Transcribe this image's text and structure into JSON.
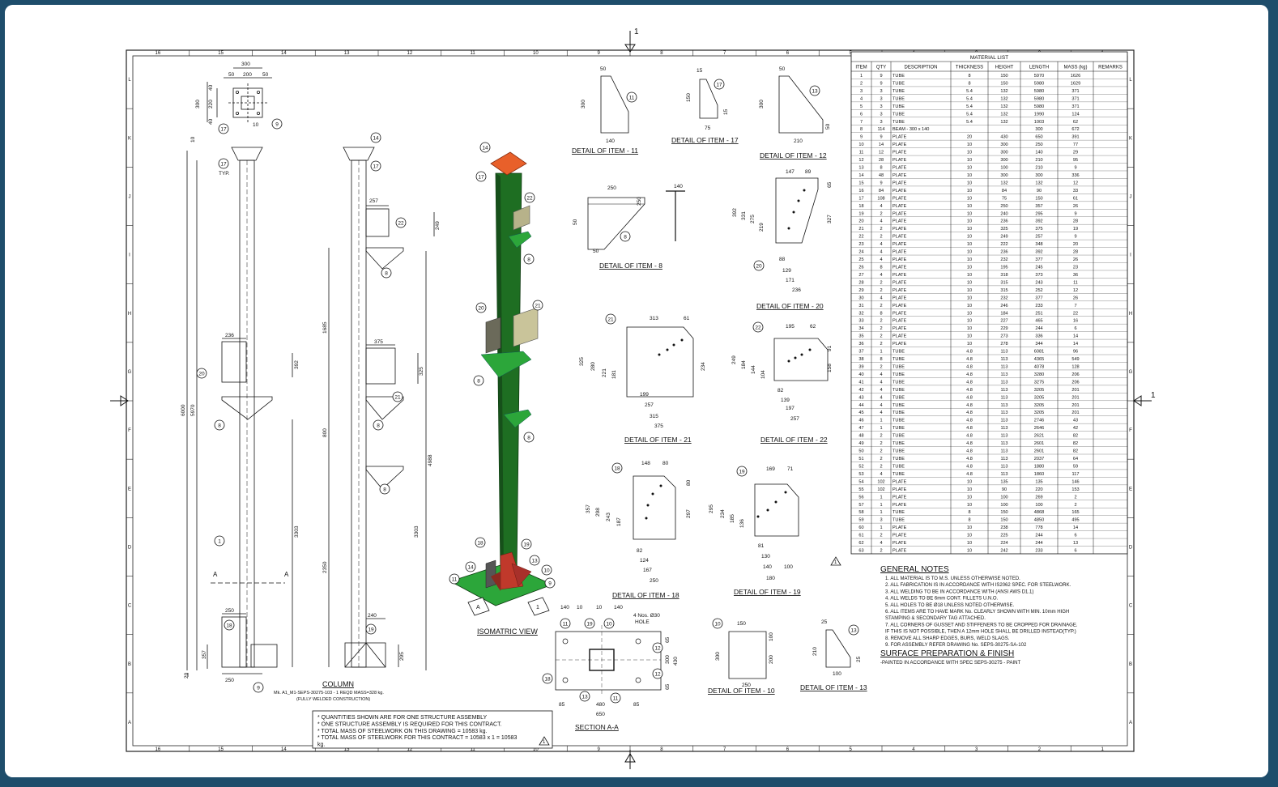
{
  "frame": {
    "border_color": "#1e4d6b",
    "sheet_color": "#ffffff",
    "ink": "#1a1a1a"
  },
  "grid": {
    "cols": [
      "16",
      "15",
      "14",
      "13",
      "12",
      "11",
      "10",
      "9",
      "8",
      "7",
      "6",
      "5",
      "4",
      "3",
      "2",
      "1"
    ],
    "rows": [
      "L",
      "K",
      "J",
      "I",
      "H",
      "G",
      "F",
      "E",
      "D",
      "C",
      "B",
      "A"
    ]
  },
  "section_marker": {
    "label": "1"
  },
  "column": {
    "title": "COLUMN",
    "subtitle": "Mk. A1_M1-SEPS-30275-103 - 1 REQD MASS=328 kg.",
    "note": "(FULLY WELDED CONSTRUCTION)",
    "top_dims": [
      "300",
      "50",
      "200",
      "50",
      "300",
      "220",
      "40",
      "40",
      "10"
    ],
    "dims": [
      "6000",
      "5970",
      "10",
      "20",
      "236",
      "392",
      "250",
      "357",
      "250",
      "1685",
      "800",
      "2350",
      "3303",
      "4988",
      "3303",
      "257",
      "249",
      "375",
      "325",
      "240",
      "295"
    ],
    "section_label": "A",
    "typ": "TYP."
  },
  "callouts": [
    "1",
    "8",
    "9",
    "10",
    "11",
    "12",
    "13",
    "14",
    "17",
    "18",
    "19",
    "20",
    "21",
    "22"
  ],
  "iso": {
    "title": "ISOMATRIC VIEW",
    "tags": [
      "A",
      "1"
    ],
    "colors": {
      "column": "#1e6e22",
      "plate": "#e8602a",
      "stiffener": "#2ca63a",
      "bracket": "#b7b28a",
      "base": "#c0392b"
    }
  },
  "details": [
    {
      "title": "DETAIL OF ITEM - 11",
      "dims": [
        "50",
        "300",
        "140"
      ]
    },
    {
      "title": "DETAIL OF ITEM - 17",
      "dims": [
        "15",
        "150",
        "15",
        "75"
      ]
    },
    {
      "title": "DETAIL OF ITEM - 12",
      "dims": [
        "50",
        "300",
        "210",
        "50"
      ]
    },
    {
      "title": "DETAIL OF ITEM - 8",
      "dims": [
        "250",
        "50",
        "250",
        "50",
        "140"
      ]
    },
    {
      "title": "DETAIL OF ITEM - 20",
      "dims": [
        "147",
        "89",
        "65",
        "392",
        "331",
        "275",
        "219",
        "327",
        "88",
        "129",
        "171",
        "236"
      ]
    },
    {
      "title": "DETAIL OF ITEM - 21",
      "dims": [
        "313",
        "61",
        "325",
        "280",
        "221",
        "181",
        "234",
        "199",
        "257",
        "315",
        "375"
      ]
    },
    {
      "title": "DETAIL OF ITEM - 22",
      "dims": [
        "195",
        "62",
        "91",
        "249",
        "184",
        "144",
        "104",
        "158",
        "82",
        "139",
        "197",
        "257"
      ]
    },
    {
      "title": "DETAIL OF ITEM - 18",
      "dims": [
        "148",
        "80",
        "357",
        "298",
        "243",
        "187",
        "80",
        "297",
        "82",
        "124",
        "167",
        "250"
      ]
    },
    {
      "title": "DETAIL OF ITEM - 19",
      "dims": [
        "169",
        "71",
        "295",
        "234",
        "185",
        "136",
        "81",
        "130",
        "140",
        "100",
        "180"
      ]
    },
    {
      "title": "DETAIL OF ITEM - 10",
      "dims": [
        "150",
        "300",
        "100",
        "200",
        "250"
      ]
    },
    {
      "title": "DETAIL OF ITEM - 13",
      "dims": [
        "25",
        "210",
        "25",
        "100"
      ]
    }
  ],
  "section_aa": {
    "title": "SECTION A-A",
    "top_dims": [
      "140",
      "10",
      "10",
      "140"
    ],
    "hole_note_1": "4 Nos. Ø30",
    "hole_note_2": "HOLE",
    "side_dims": [
      "65",
      "300",
      "430",
      "65"
    ],
    "bottom_dims": [
      "85",
      "480",
      "85",
      "650"
    ]
  },
  "material_list": {
    "title": "MATERIAL LIST",
    "headers": [
      "ITEM",
      "QTY",
      "DESCRIPTION",
      "THICKNESS",
      "HEIGHT",
      "LENGTH",
      "MASS (kg)",
      "REMARKS"
    ],
    "rows": [
      [
        "1",
        "9",
        "TUBE",
        "8",
        "150",
        "5970",
        "1626"
      ],
      [
        "2",
        "9",
        "TUBE",
        "8",
        "150",
        "5980",
        "1629"
      ],
      [
        "3",
        "3",
        "TUBE",
        "5.4",
        "132",
        "5980",
        "371"
      ],
      [
        "4",
        "3",
        "TUBE",
        "5.4",
        "132",
        "5980",
        "371"
      ],
      [
        "5",
        "3",
        "TUBE",
        "5.4",
        "132",
        "5980",
        "371"
      ],
      [
        "6",
        "3",
        "TUBE",
        "5.4",
        "132",
        "1990",
        "124"
      ],
      [
        "7",
        "3",
        "TUBE",
        "5.4",
        "132",
        "1003",
        "62"
      ],
      [
        "8",
        "114",
        "BEAM - 300 x 140",
        "",
        "",
        "300",
        "672"
      ],
      [
        "9",
        "9",
        "PLATE",
        "20",
        "430",
        "650",
        "391"
      ],
      [
        "10",
        "14",
        "PLATE",
        "10",
        "300",
        "250",
        "77"
      ],
      [
        "11",
        "12",
        "PLATE",
        "10",
        "300",
        "140",
        "29"
      ],
      [
        "12",
        "28",
        "PLATE",
        "10",
        "300",
        "210",
        "95"
      ],
      [
        "13",
        "8",
        "PLATE",
        "10",
        "100",
        "210",
        "9"
      ],
      [
        "14",
        "48",
        "PLATE",
        "10",
        "300",
        "300",
        "336"
      ],
      [
        "15",
        "9",
        "PLATE",
        "10",
        "132",
        "132",
        "12"
      ],
      [
        "16",
        "84",
        "PLATE",
        "10",
        "84",
        "90",
        "33"
      ],
      [
        "17",
        "108",
        "PLATE",
        "10",
        "75",
        "150",
        "61"
      ],
      [
        "18",
        "4",
        "PLATE",
        "10",
        "250",
        "357",
        "26"
      ],
      [
        "19",
        "2",
        "PLATE",
        "10",
        "240",
        "295",
        "9"
      ],
      [
        "20",
        "4",
        "PLATE",
        "10",
        "236",
        "392",
        "28"
      ],
      [
        "21",
        "2",
        "PLATE",
        "10",
        "325",
        "375",
        "19"
      ],
      [
        "22",
        "2",
        "PLATE",
        "10",
        "249",
        "257",
        "9"
      ],
      [
        "23",
        "4",
        "PLATE",
        "10",
        "222",
        "348",
        "20"
      ],
      [
        "24",
        "4",
        "PLATE",
        "10",
        "236",
        "392",
        "28"
      ],
      [
        "25",
        "4",
        "PLATE",
        "10",
        "232",
        "377",
        "26"
      ],
      [
        "26",
        "8",
        "PLATE",
        "10",
        "195",
        "245",
        "23"
      ],
      [
        "27",
        "4",
        "PLATE",
        "10",
        "318",
        "373",
        "36"
      ],
      [
        "28",
        "2",
        "PLATE",
        "10",
        "315",
        "243",
        "11"
      ],
      [
        "29",
        "2",
        "PLATE",
        "10",
        "315",
        "252",
        "12"
      ],
      [
        "30",
        "4",
        "PLATE",
        "10",
        "232",
        "377",
        "26"
      ],
      [
        "31",
        "2",
        "PLATE",
        "10",
        "246",
        "233",
        "7"
      ],
      [
        "32",
        "8",
        "PLATE",
        "10",
        "184",
        "251",
        "22"
      ],
      [
        "33",
        "2",
        "PLATE",
        "10",
        "227",
        "465",
        "16"
      ],
      [
        "34",
        "2",
        "PLATE",
        "10",
        "229",
        "244",
        "6"
      ],
      [
        "35",
        "2",
        "PLATE",
        "10",
        "273",
        "336",
        "14"
      ],
      [
        "36",
        "2",
        "PLATE",
        "10",
        "278",
        "344",
        "14"
      ],
      [
        "37",
        "1",
        "TUBE",
        "4.8",
        "113",
        "6081",
        "96"
      ],
      [
        "38",
        "8",
        "TUBE",
        "4.8",
        "113",
        "4365",
        "549"
      ],
      [
        "39",
        "2",
        "TUBE",
        "4.8",
        "113",
        "4078",
        "128"
      ],
      [
        "40",
        "4",
        "TUBE",
        "4.8",
        "113",
        "3280",
        "206"
      ],
      [
        "41",
        "4",
        "TUBE",
        "4.8",
        "113",
        "3275",
        "206"
      ],
      [
        "42",
        "4",
        "TUBE",
        "4.8",
        "113",
        "3205",
        "201"
      ],
      [
        "43",
        "4",
        "TUBE",
        "4.8",
        "113",
        "3205",
        "201"
      ],
      [
        "44",
        "4",
        "TUBE",
        "4.8",
        "113",
        "3205",
        "201"
      ],
      [
        "45",
        "4",
        "TUBE",
        "4.8",
        "113",
        "3205",
        "201"
      ],
      [
        "46",
        "1",
        "TUBE",
        "4.8",
        "113",
        "2746",
        "43"
      ],
      [
        "47",
        "1",
        "TUBE",
        "4.8",
        "113",
        "2646",
        "42"
      ],
      [
        "48",
        "2",
        "TUBE",
        "4.8",
        "113",
        "2621",
        "82"
      ],
      [
        "49",
        "2",
        "TUBE",
        "4.8",
        "113",
        "2601",
        "82"
      ],
      [
        "50",
        "2",
        "TUBE",
        "4.8",
        "113",
        "2601",
        "82"
      ],
      [
        "51",
        "2",
        "TUBE",
        "4.8",
        "113",
        "2037",
        "64"
      ],
      [
        "52",
        "2",
        "TUBE",
        "4.8",
        "113",
        "1880",
        "59"
      ],
      [
        "53",
        "4",
        "TUBE",
        "4.8",
        "113",
        "1860",
        "117"
      ],
      [
        "54",
        "102",
        "PLATE",
        "10",
        "135",
        "135",
        "146"
      ],
      [
        "55",
        "102",
        "PLATE",
        "10",
        "90",
        "220",
        "153"
      ],
      [
        "56",
        "1",
        "PLATE",
        "10",
        "100",
        "269",
        "2"
      ],
      [
        "57",
        "1",
        "PLATE",
        "10",
        "100",
        "100",
        "2"
      ],
      [
        "58",
        "1",
        "TUBE",
        "8",
        "150",
        "4868",
        "165"
      ],
      [
        "59",
        "3",
        "TUBE",
        "8",
        "150",
        "4850",
        "495"
      ],
      [
        "60",
        "1",
        "PLATE",
        "10",
        "238",
        "778",
        "14"
      ],
      [
        "61",
        "2",
        "PLATE",
        "10",
        "225",
        "244",
        "6"
      ],
      [
        "62",
        "4",
        "PLATE",
        "10",
        "224",
        "244",
        "13"
      ],
      [
        "63",
        "2",
        "PLATE",
        "10",
        "242",
        "233",
        "6"
      ]
    ]
  },
  "general_notes": {
    "title": "GENERAL NOTES",
    "lines": [
      "1. ALL MATERIAL IS TO M.S. UNLESS OTHERWISE NOTED.",
      "2. ALL FABRICATION IS IN ACCORDANCE WITH IS2062 SPEC. FOR STEELWORK.",
      "3. ALL WELDING TO BE IN ACCORDANCE WITH (ANSI AWS D1.1)",
      "4. ALL WELDS TO BE 6mm CONT. FILLETS U.N.O.",
      "5. ALL HOLES TO BE Ø18 UNLESS NOTED OTHERWISE.",
      "6. ALL ITEMS ARE TO HAVE MARK No. CLEARLY SHOWN WITH MIN. 10mm HIGH",
      "    STAMPING & SECONDARY TAG ATTACHED.",
      "7. ALL CORNERS OF GUSSET AND STIFFENERS TO BE CROPPED FOR DRAINAGE.",
      "    IF THIS IS NOT POSSIBLE, THEN A 12mm HOLE SHALL BE DRILLED INSTEAD(TYP.)",
      "8. REMOVE ALL SHARP EDGES, BURS, WELD SLAGS.",
      "9. FOR ASSEMBLY REFER DRAWING No. SEPS-30275-SA-102"
    ]
  },
  "surface": {
    "title": "SURFACE PREPARATION & FINISH",
    "line": "-PAINTED IN ACCORDANCE WITH SPEC SEPS-30275 - PAINT"
  },
  "quantities": {
    "lines": [
      "* QUANTITIES SHOWN ARE FOR ONE STRUCTURE ASSEMBLY",
      "* ONE STRUCTURE ASSEMBLY IS REQUIRED FOR THIS CONTRACT.",
      "* TOTAL MASS OF STEELWORK ON THIS DRAWING = 10583 kg.",
      "* TOTAL MASS OF STEELWORK FOR THIS CONTRACT = 10583 x 1 = 10583",
      "kg."
    ]
  },
  "revision": {
    "label": "1"
  }
}
